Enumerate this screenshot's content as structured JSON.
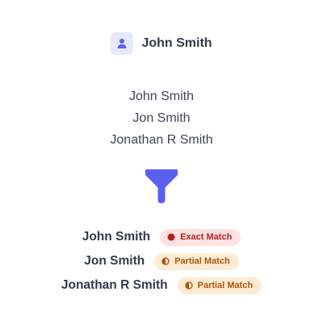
{
  "header": {
    "avatar_icon": "user-icon",
    "name": "John Smith"
  },
  "input_names": [
    "John Smith",
    "Jon Smith",
    "Jonathan R Smith"
  ],
  "funnel_icon": "filter-funnel-icon",
  "colors": {
    "accent": "#5b5ff0",
    "avatar_bg": "#e6e9fd",
    "exact_bg": "#fde2e4",
    "exact_fg": "#b91c1c",
    "partial_bg": "#fdebd3",
    "partial_fg": "#b45309"
  },
  "results": [
    {
      "name": "John Smith",
      "badge": "Exact Match",
      "badge_icon": "filled-circle-icon"
    },
    {
      "name": "Jon Smith",
      "badge": "Partial Match",
      "badge_icon": "half-circle-icon"
    },
    {
      "name": "Jonathan R Smith",
      "badge": "Partial Match",
      "badge_icon": "half-circle-icon"
    }
  ]
}
